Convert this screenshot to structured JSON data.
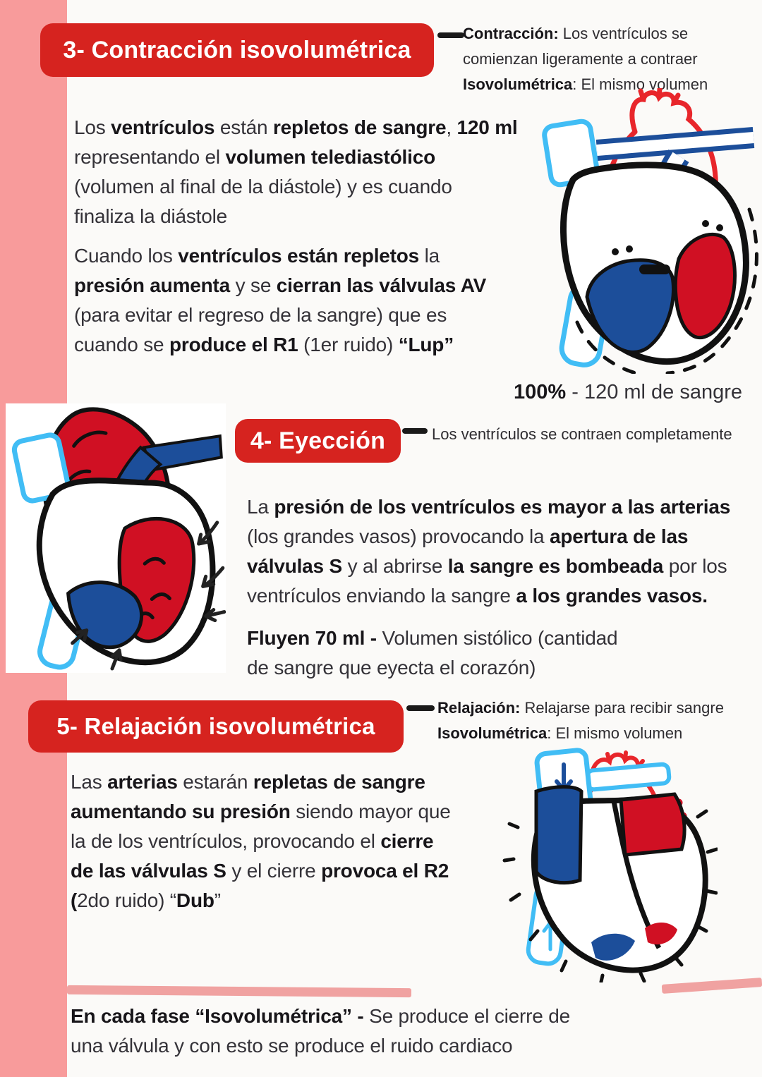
{
  "palette": {
    "page_bg": "#fbfaf8",
    "stripe_pink": "#f89b9b",
    "banner_red": "#d6231f",
    "text_regular": "#343238",
    "text_bold": "#18161a",
    "heart_red_fill": "#d01023",
    "heart_blue_fill": "#1c4e9a",
    "vessel_light_blue": "#41bdf5",
    "vessel_red_outline": "#e8262b",
    "divider_pink": "#f0a2a1"
  },
  "sections": {
    "contraccion": {
      "banner": "3- Contracción isovolumétrica",
      "annotation_lines": [
        [
          {
            "t": "Contracción:",
            "b": true
          },
          {
            "t": " Los ventrículos se",
            "b": false
          }
        ],
        [
          {
            "t": "comienzan ligeramente a contraer",
            "b": false
          }
        ],
        [
          {
            "t": "Isovolumétrica",
            "b": true
          },
          {
            "t": ": El mismo volumen",
            "b": false
          }
        ]
      ],
      "p1_lines": [
        [
          {
            "t": "Los ",
            "b": false
          },
          {
            "t": "ventrículos",
            "b": true
          },
          {
            "t": " están ",
            "b": false
          },
          {
            "t": "repletos de sangre",
            "b": true
          },
          {
            "t": ", ",
            "b": false
          },
          {
            "t": "120 ml",
            "b": true
          }
        ],
        [
          {
            "t": "representando el ",
            "b": false
          },
          {
            "t": "volumen telediastólico",
            "b": true
          }
        ],
        [
          {
            "t": "(volumen al final de la diástole) y es cuando",
            "b": false
          }
        ],
        [
          {
            "t": "finaliza la diástole",
            "b": false
          }
        ]
      ],
      "p2_lines": [
        [
          {
            "t": "Cuando los ",
            "b": false
          },
          {
            "t": "ventrículos están repletos",
            "b": true
          },
          {
            "t": " la",
            "b": false
          }
        ],
        [
          {
            "t": "presión aumenta",
            "b": true
          },
          {
            "t": " y se ",
            "b": false
          },
          {
            "t": "cierran las válvulas AV",
            "b": true
          }
        ],
        [
          {
            "t": "(para evitar el regreso de la sangre) que es",
            "b": false
          }
        ],
        [
          {
            "t": "cuando se ",
            "b": false
          },
          {
            "t": "produce el R1",
            "b": true
          },
          {
            "t": " (1er ruido) ",
            "b": false
          },
          {
            "t": "“Lup”",
            "b": true
          }
        ]
      ],
      "stat_line": [
        {
          "t": "100%",
          "b": true
        },
        {
          "t": " -  120 ml de sangre",
          "b": false
        }
      ]
    },
    "eyeccion": {
      "banner": "4- Eyección",
      "annotation_lines": [
        [
          {
            "t": "Los ventrículos se contraen completamente",
            "b": false
          }
        ]
      ],
      "p1_lines": [
        [
          {
            "t": "La ",
            "b": false
          },
          {
            "t": "presión de los ventrículos es mayor a las arterias",
            "b": true
          }
        ],
        [
          {
            "t": "(los grandes vasos) provocando la ",
            "b": false
          },
          {
            "t": "apertura de las",
            "b": true
          }
        ],
        [
          {
            "t": "válvulas S",
            "b": true
          },
          {
            "t": " y al abrirse ",
            "b": false
          },
          {
            "t": "la sangre es bombeada",
            "b": true
          },
          {
            "t": " por los",
            "b": false
          }
        ],
        [
          {
            "t": "ventrículos enviando la sangre ",
            "b": false
          },
          {
            "t": "a los grandes vasos.",
            "b": true
          }
        ]
      ],
      "p2_lines": [
        [
          {
            "t": "Fluyen 70 ml -",
            "b": true
          },
          {
            "t": " Volumen sistólico (cantidad",
            "b": false
          }
        ],
        [
          {
            "t": "de sangre que eyecta el corazón)",
            "b": false
          }
        ]
      ]
    },
    "relajacion": {
      "banner": "5- Relajación isovolumétrica",
      "annotation_lines": [
        [
          {
            "t": "Relajación:",
            "b": true
          },
          {
            "t": " Relajarse para recibir sangre",
            "b": false
          }
        ],
        [
          {
            "t": "Isovolumétrica",
            "b": true
          },
          {
            "t": ": El mismo volumen",
            "b": false
          }
        ]
      ],
      "p1_lines": [
        [
          {
            "t": "Las ",
            "b": false
          },
          {
            "t": "arterias",
            "b": true
          },
          {
            "t": " estarán ",
            "b": false
          },
          {
            "t": "repletas de sangre",
            "b": true
          }
        ],
        [
          {
            "t": "aumentando su presión",
            "b": true
          },
          {
            "t": " siendo mayor que",
            "b": false
          }
        ],
        [
          {
            "t": "la de los ventrículos, provocando el ",
            "b": false
          },
          {
            "t": "cierre",
            "b": true
          }
        ],
        [
          {
            "t": "de las válvulas S",
            "b": true
          },
          {
            "t": " y el cierre ",
            "b": false
          },
          {
            "t": "provoca el R2",
            "b": true
          }
        ],
        [
          {
            "t": "(",
            "b": true
          },
          {
            "t": "2do ruido) “",
            "b": false
          },
          {
            "t": "Dub",
            "b": true
          },
          {
            "t": "”",
            "b": false
          }
        ]
      ]
    },
    "footer_note_lines": [
      [
        {
          "t": "En cada fase “Isovolumétrica” -",
          "b": true
        },
        {
          "t": " Se produce el cierre de",
          "b": false
        }
      ],
      [
        {
          "t": "una válvula y con esto se produce el ruido cardiaco",
          "b": false
        }
      ]
    ]
  },
  "illustrations": {
    "heart_contraction": "hand-drawn heart, ventricles full of blood (blue right / red left), AV phase",
    "heart_ejection": "hand-drawn heart contracting, blood pumped out through great vessels",
    "heart_relaxation": "hand-drawn heart relaxing, atria full, ventricles refilling"
  }
}
